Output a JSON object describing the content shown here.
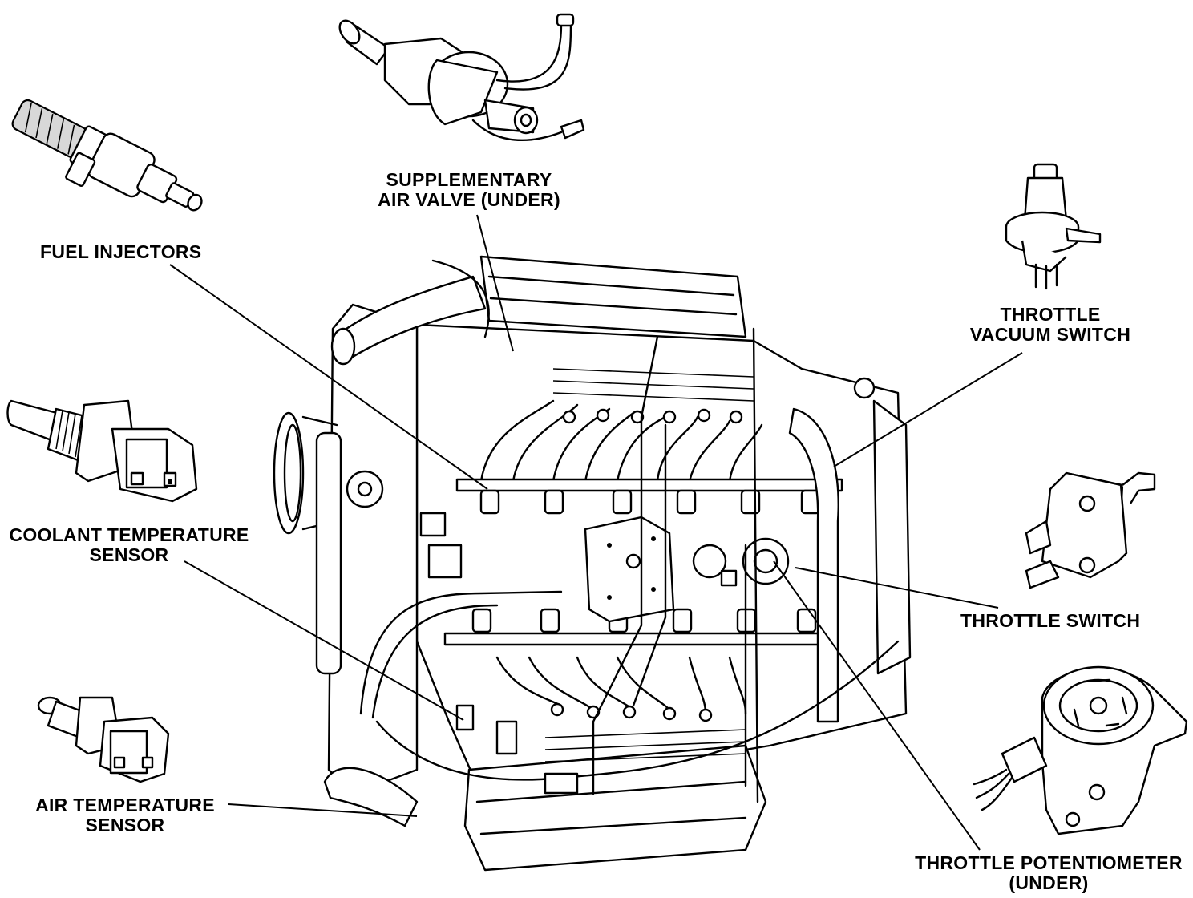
{
  "labels": {
    "supplementary_air_valve": [
      "SUPPLEMENTARY",
      "AIR VALVE (UNDER)"
    ],
    "fuel_injectors": [
      "FUEL INJECTORS"
    ],
    "throttle_vacuum_switch": [
      "THROTTLE",
      "VACUUM SWITCH"
    ],
    "coolant_temperature_sensor": [
      "COOLANT TEMPERATURE",
      "SENSOR"
    ],
    "throttle_switch": [
      "THROTTLE SWITCH"
    ],
    "air_temperature_sensor": [
      "AIR TEMPERATURE",
      "SENSOR"
    ],
    "throttle_potentiometer": [
      "THROTTLE POTENTIOMETER",
      "(UNDER)"
    ]
  },
  "colors": {
    "ink": "#000000",
    "paper": "#ffffff",
    "shade": "#d8d8d8"
  }
}
